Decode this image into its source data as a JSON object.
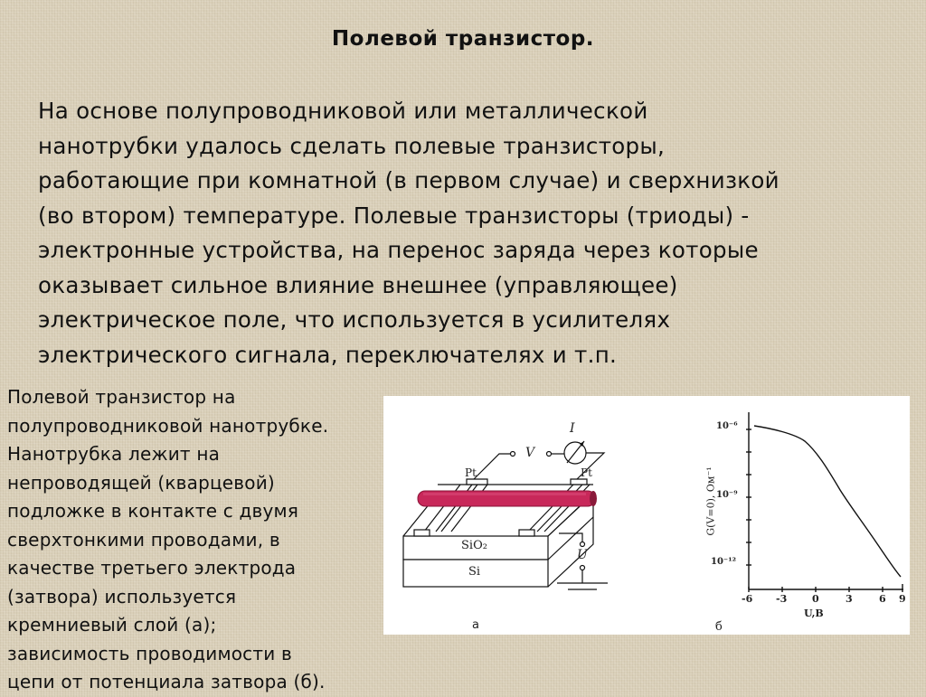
{
  "slide": {
    "title": "Полевой транзистор.",
    "main_paragraph_lines": [
      "На основе полупроводниковой или металлической",
      "нанотрубки удалось сделать полевые транзисторы,",
      "работающие при комнатной (в первом случае) и сверхнизкой",
      "(во втором) температуре. Полевые транзисторы (триоды) -",
      "электронные устройства, на перенос заряда через которые",
      "оказывает сильное влияние внешнее (управляющее)",
      "электрическое поле, что используется в усилителях",
      "электрического сигнала, переключателях и т.п."
    ],
    "caption_lines": [
      "Полевой транзистор на",
      "полупроводниковой нанотрубке.",
      "Нанотрубка лежит на",
      "непроводящей (кварцевой)",
      "подложке в контакте с двумя",
      "сверхтонкими проводами, в",
      "качестве третьего электрода",
      "(затвора) используется",
      "кремниевый слой (а);",
      "зависимость проводимости в",
      "цепи от потенциала затвора (б)."
    ]
  },
  "figure_a": {
    "label": "а",
    "current_label": "I",
    "voltage_label": "V",
    "gate_voltage_label": "U",
    "contact_left_label": "Pt",
    "contact_right_label": "Pt",
    "layer_top_label": "SiO₂",
    "layer_bottom_label": "Si",
    "ground_sign": "-",
    "nanotube_color": "#c8285a"
  },
  "figure_b": {
    "label": "б"
  },
  "chart_data": {
    "type": "line",
    "title": "",
    "xlabel": "U,В",
    "ylabel": "G(V=0), Ом⁻¹",
    "x_ticks": [
      "-6",
      "-3",
      "0",
      "3",
      "6",
      "9"
    ],
    "y_ticks": [
      "10⁻⁶",
      "10⁻⁹",
      "10⁻¹²"
    ],
    "y_scale": "log",
    "xlim": [
      -6,
      9
    ],
    "ylim_log10": [
      -13,
      -5
    ],
    "series": [
      {
        "name": "G(V=0)",
        "x": [
          -5.5,
          -4,
          -3,
          -2,
          -1,
          0,
          1,
          2,
          3,
          4,
          5,
          6,
          7.5
        ],
        "log10_y": [
          -5.8,
          -5.9,
          -6.05,
          -6.3,
          -6.8,
          -7.4,
          -8.0,
          -8.7,
          -9.3,
          -9.9,
          -10.6,
          -11.3,
          -12.3
        ]
      }
    ]
  }
}
